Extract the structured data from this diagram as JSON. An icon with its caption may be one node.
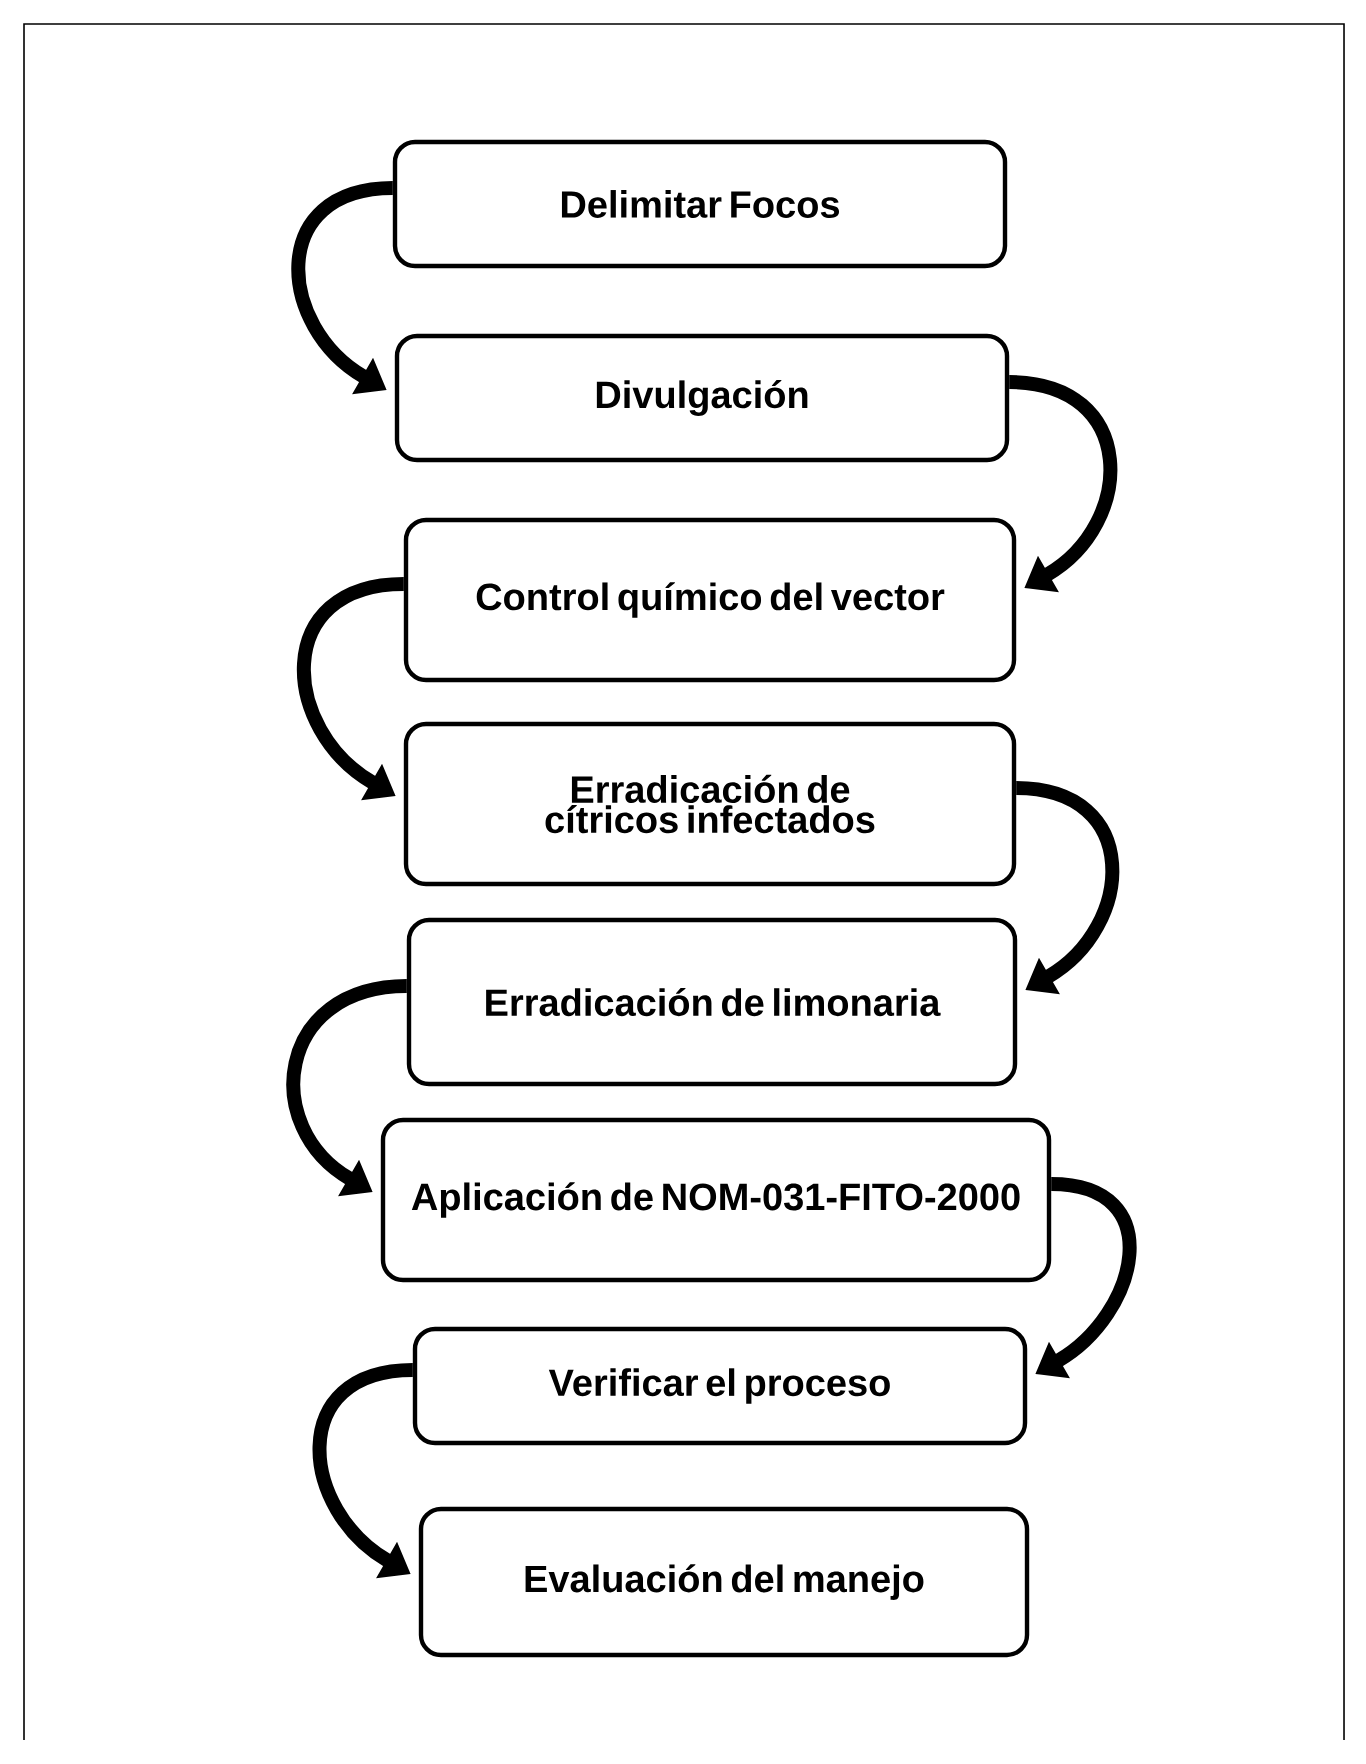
{
  "diagram": {
    "nodes": [
      {
        "text": [
          "Delimitar Focos"
        ]
      },
      {
        "text": [
          "Divulgación"
        ]
      },
      {
        "text": [
          "Control químico del vector"
        ]
      },
      {
        "text": [
          "Erradicación de cítricos infectados"
        ]
      },
      {
        "text": [
          "Erradicación de limonaria"
        ]
      },
      {
        "text": [
          "Aplicación de NOM-031-FITO-2000"
        ]
      },
      {
        "text": [
          "Verificar el proceso"
        ]
      },
      {
        "text": [
          "Evaluación del manejo"
        ]
      }
    ],
    "edges": [
      {
        "from": 0,
        "to": 1,
        "arrow": "to"
      },
      {
        "from": 1,
        "to": 2,
        "arrow": "to"
      },
      {
        "from": 2,
        "to": 3,
        "arrow": "to"
      },
      {
        "from": 3,
        "to": 4,
        "arrow": "to"
      },
      {
        "from": 4,
        "to": 5,
        "arrow": "to"
      },
      {
        "from": 5,
        "to": 6,
        "arrow": "to"
      },
      {
        "from": 6,
        "to": 7,
        "arrow": "to"
      }
    ]
  }
}
